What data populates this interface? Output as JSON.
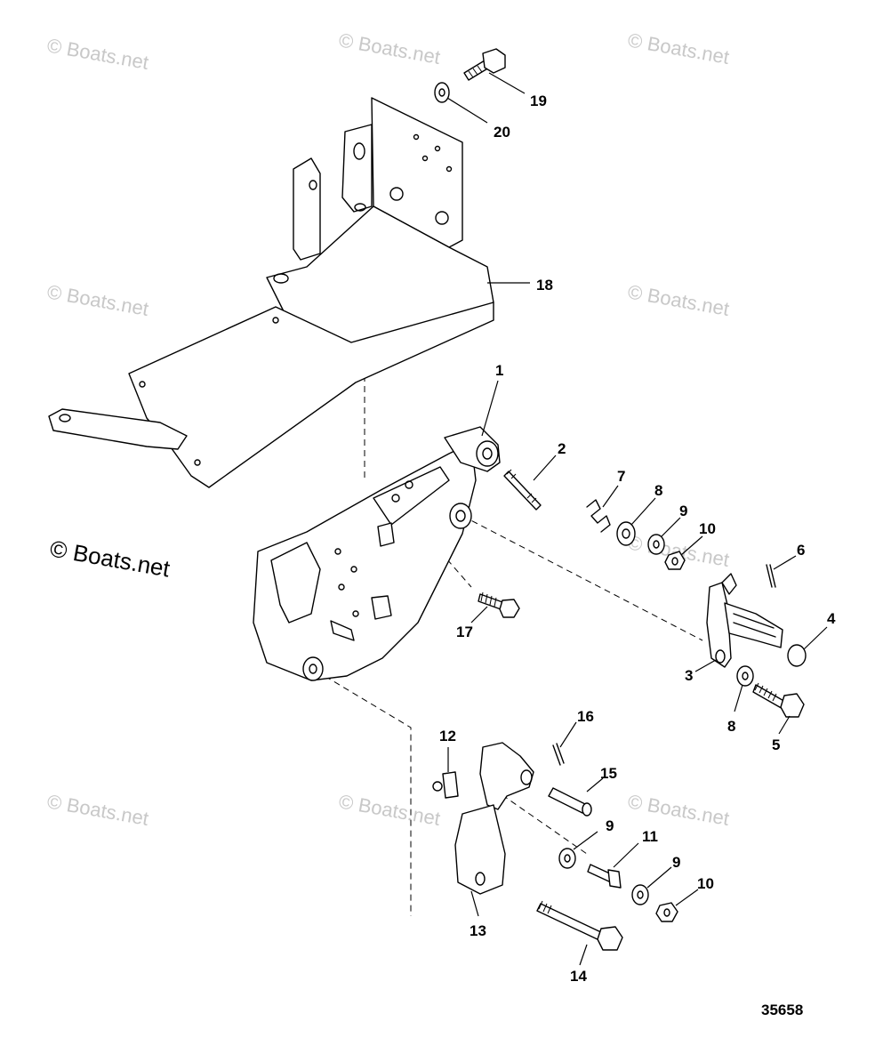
{
  "watermark": {
    "text": "© Boats.net",
    "copyright_label": "© Boats.net"
  },
  "figure_number": "35658",
  "callouts": {
    "c1": "1",
    "c2": "2",
    "c3": "3",
    "c4": "4",
    "c5": "5",
    "c6": "6",
    "c7": "7",
    "c8a": "8",
    "c8b": "8",
    "c9a": "9",
    "c9b": "9",
    "c9c": "9",
    "c10a": "10",
    "c10b": "10",
    "c11": "11",
    "c12": "12",
    "c13": "13",
    "c14": "14",
    "c15": "15",
    "c16": "16",
    "c17": "17",
    "c18": "18",
    "c19": "19",
    "c20": "20"
  }
}
